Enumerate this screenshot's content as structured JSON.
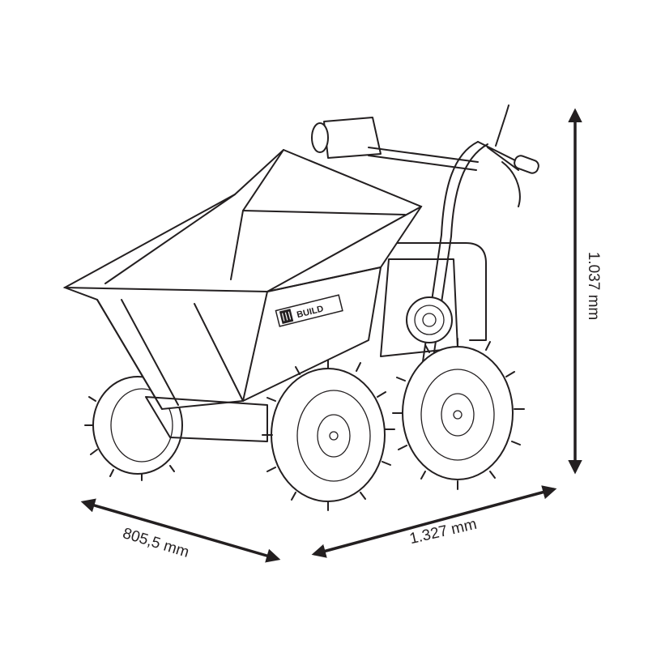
{
  "dimensions": {
    "width": "805,5 mm",
    "length": "1.327 mm",
    "height": "1.037 mm"
  },
  "logo": {
    "brand_text": "BUILD"
  },
  "colors": {
    "line": "#231f20",
    "background": "#ffffff"
  }
}
